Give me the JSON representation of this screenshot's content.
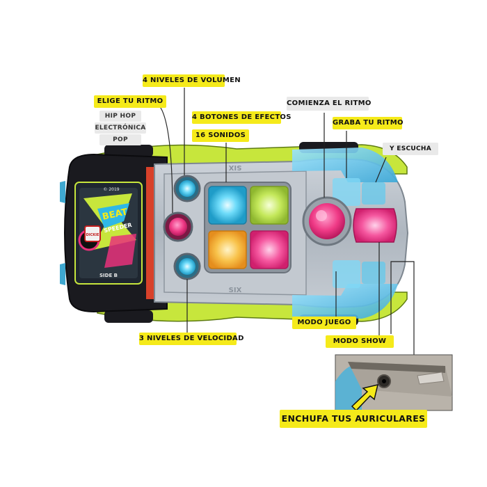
{
  "labels": {
    "volume": "4 NIVELES DE VOLUMEN",
    "rhythm": "ELIGE TU RITMO",
    "genre_hiphop": "HIP HOP",
    "genre_electronica": "ELECTRÓNICA",
    "genre_pop": "POP",
    "effects": "4 BOTONES DE EFECTOS",
    "sounds": "16 SONIDOS",
    "start": "COMIENZA EL RITMO",
    "record": "GRABA TU RITMO",
    "listen": "Y ESCUCHA",
    "speed": "3 NIVELES DE VELOCIDAD",
    "game_mode": "MODO JUEGO",
    "show_mode": "MODO SHOW",
    "headphones": "ENCHUFA TUS AURICULARES"
  },
  "car_text": {
    "brand": "DICKIE",
    "side": "SIDE B",
    "art_main": "BEAT",
    "art_sub": "SPEEDER",
    "year": "© 2019"
  },
  "colors": {
    "label_yellow": "#f5ea1a",
    "label_grey": "#e9e9e9",
    "pad_cyan": "#3cc8ee",
    "pad_lime": "#b4e04a",
    "pad_orange": "#f6b33a",
    "pad_pink": "#f2469a",
    "body_grey": "#b9c0c8",
    "body_black": "#1a1a1f",
    "accent_green": "#c7e63c",
    "button_pink": "#e8307a"
  }
}
